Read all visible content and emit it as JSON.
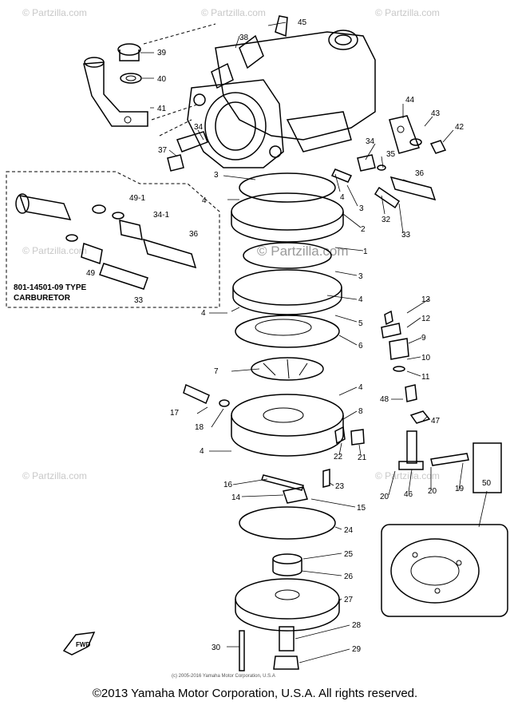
{
  "watermarks": {
    "partzilla": "© Partzilla.com",
    "partzilla_center": "© Partzilla.com"
  },
  "inset_box": {
    "line1": "801-14501-09 TYPE",
    "line2": "CARBURETOR"
  },
  "callouts": {
    "c45": "45",
    "c39": "39",
    "c40": "40",
    "c41": "41",
    "c38": "38",
    "c44": "44",
    "c43": "43",
    "c42": "42",
    "c34a": "34",
    "c37": "37",
    "c34b": "34",
    "c35": "35",
    "c36": "36",
    "c3a": "3",
    "c4a": "4",
    "c4b": "4",
    "c3b": "3",
    "c32": "32",
    "c33": "33",
    "c2": "2",
    "c1": "1",
    "c3c": "3",
    "c4c": "4",
    "c4d": "4",
    "c5": "5",
    "c6": "6",
    "c7": "7",
    "c4e": "4",
    "c13": "13",
    "c12": "12",
    "c9": "9",
    "c10": "10",
    "c11": "11",
    "c17": "17",
    "c18": "18",
    "c8": "8",
    "c48": "48",
    "c47": "47",
    "c22": "22",
    "c21": "21",
    "c4f": "4",
    "c16": "16",
    "c23": "23",
    "c14": "14",
    "c15": "15",
    "c20a": "20",
    "c46": "46",
    "c20b": "20",
    "c19": "19",
    "c50": "50",
    "c24": "24",
    "c25": "25",
    "c26": "26",
    "c27": "27",
    "c28": "28",
    "c29": "29",
    "c30": "30",
    "i49_1": "49-1",
    "i34_1": "34-1",
    "i36": "36",
    "i49": "49",
    "i33": "33"
  },
  "fwd_label": "FWD",
  "small_copyright": "(c) 2005-2016 Yamaha Motor Corporation, U.S.A",
  "footer": "©2013 Yamaha Motor Corporation, U.S.A. All rights reserved."
}
